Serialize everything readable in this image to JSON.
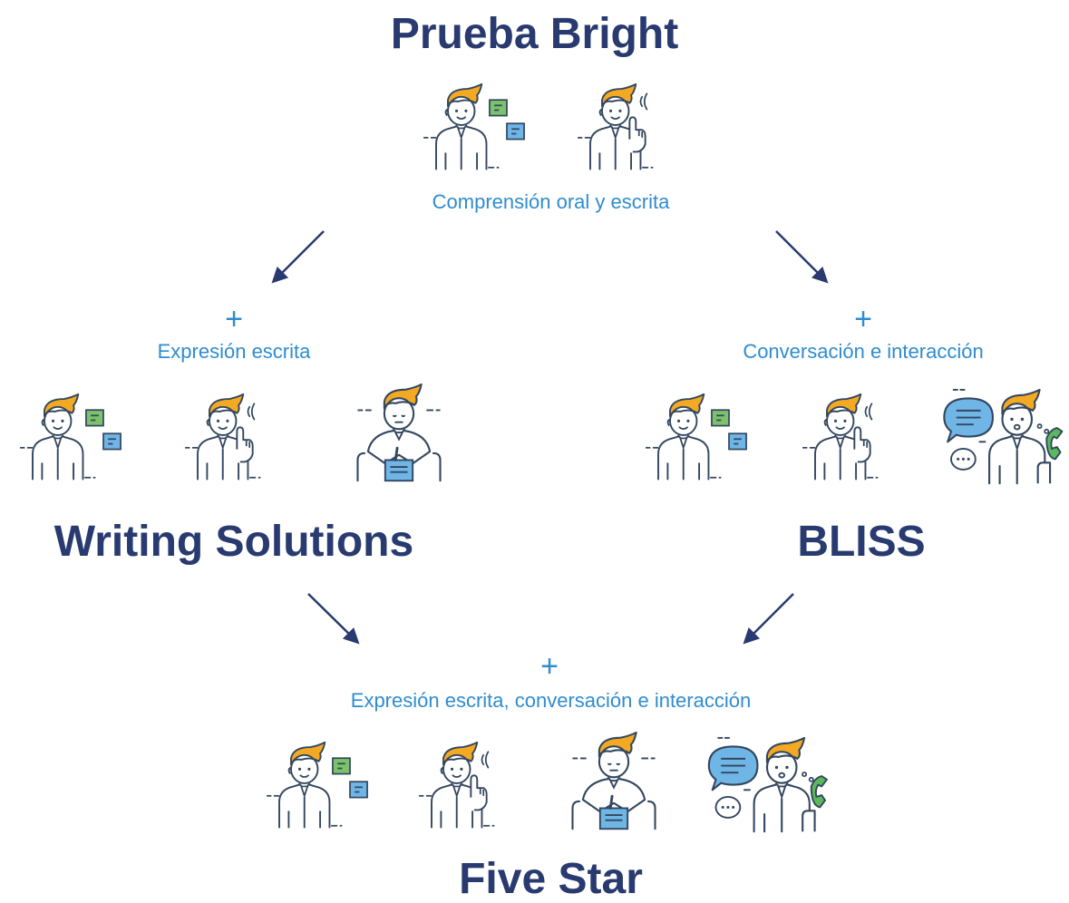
{
  "top": {
    "title": "Prueba Bright",
    "subtitle": "Comprensión oral y escrita"
  },
  "left": {
    "plus": "+",
    "subtitle": "Expresión escrita",
    "title": "Writing Solutions"
  },
  "right": {
    "plus": "+",
    "subtitle": "Conversación e interacción",
    "title": "BLISS"
  },
  "bottom": {
    "plus": "+",
    "subtitle": "Expresión escrita, conversación e interacción",
    "title": "Five Star"
  },
  "colors": {
    "title": "#283a6f",
    "accent": "#2f8ccf",
    "hair": "#f4a922",
    "outline": "#33475f",
    "note_green": "#7cc26a",
    "note_blue": "#6fb5e6",
    "phone_green": "#5cb85c",
    "arrow": "#283a6f"
  },
  "icons": {
    "reading": "person-reading-notes-icon",
    "listening": "person-listening-icon",
    "writing": "person-writing-icon",
    "speaking": "person-speaking-phone-icon"
  }
}
